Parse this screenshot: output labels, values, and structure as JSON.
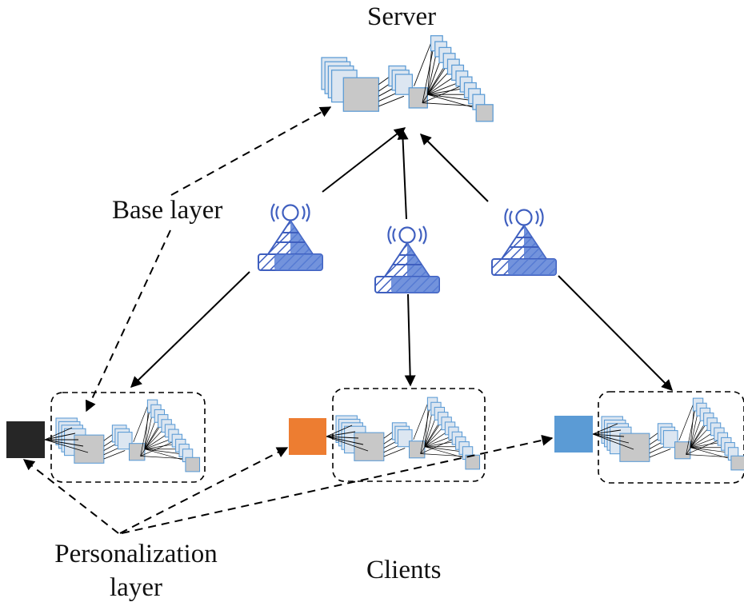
{
  "labels": {
    "server": "Server",
    "base_layer": "Base layer",
    "personalization_layer_line1": "Personalization",
    "personalization_layer_line2": "layer",
    "clients": "Clients"
  },
  "colors": {
    "arrow": "#000000",
    "layer_fill": "#dce6f1",
    "layer_stroke": "#5b9bd5",
    "output_fill": "#c8c8c8",
    "tower": "#3f5fbf",
    "client_1_personal": "#262626",
    "client_2_personal": "#ed7d31",
    "client_3_personal": "#5b9bd5"
  },
  "icons": {
    "server_model": "neural-network-icon",
    "access_point": "wireless-tower-icon",
    "client_model": "neural-network-icon"
  }
}
